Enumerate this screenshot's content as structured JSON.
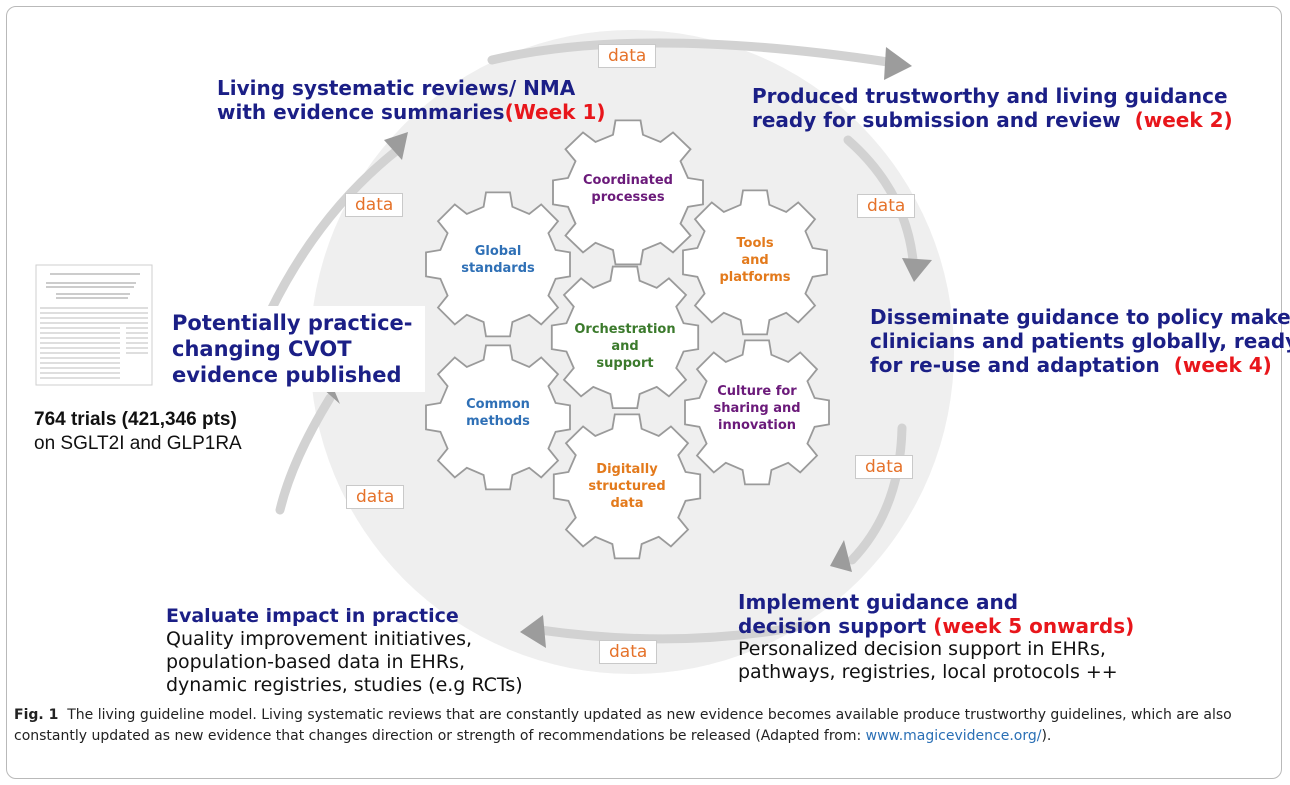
{
  "stages": {
    "reviews": {
      "text": "Living systematic reviews/ NMA",
      "text2": "with evidence summaries",
      "highlight": "(Week 1)"
    },
    "produced": {
      "text": "Produced trustworthy and living guidance",
      "text2": "ready for submission and review",
      "highlight": "(week 2)"
    },
    "disseminate": {
      "text": "Disseminate guidance to policy makers,",
      "text2": "clinicians and patients globally, ready",
      "text3": "for re-use and adaptation",
      "highlight": "(week 4)"
    },
    "implement": {
      "text": "Implement guidance and",
      "text2": "decision support",
      "highlight": "(week 5 onwards)",
      "detail": "Personalized decision support in EHRs,",
      "detail2": "pathways, registries, local protocols ++"
    },
    "evaluate": {
      "text": "Evaluate impact in practice",
      "detail": "Quality improvement initiatives,",
      "detail2": "population-based data in EHRs,",
      "detail3": "dynamic registries, studies (e.g RCTs)"
    },
    "published": {
      "text": "Potentially practice-",
      "text2": "changing CVOT",
      "text3": "evidence published"
    }
  },
  "trials": {
    "count": "764 trials (421,346 pts)",
    "topic": "on SGLT2I and GLP1RA"
  },
  "data_label": "data",
  "gears": {
    "coordinated": {
      "line1": "Coordinated",
      "line2": "processes"
    },
    "global": {
      "line1": "Global",
      "line2": "standards"
    },
    "tools": {
      "line1": "Tools",
      "line2": "and",
      "line3": "platforms"
    },
    "orchestration": {
      "line1": "Orchestration",
      "line2": "and",
      "line3": "support"
    },
    "common": {
      "line1": "Common",
      "line2": "methods"
    },
    "culture": {
      "line1": "Culture for",
      "line2": "sharing and",
      "line3": "innovation"
    },
    "digital": {
      "line1": "Digitally",
      "line2": "structured",
      "line3": "data"
    }
  },
  "caption": {
    "fig_num": "Fig. 1",
    "text": "The living guideline model. Living systematic reviews that are constantly updated as new evidence becomes available produce trustworthy guidelines, which are also constantly updated as new evidence that changes direction or strength of recommendations be released (Adapted from: ",
    "link": "www.magicevidence.org/",
    "end": ")."
  },
  "colors": {
    "stage_title": "#1b1f86",
    "highlight": "#e8161b",
    "data_label": "#e5722a",
    "arrow": "#c8c8c8",
    "arrow_head": "#9a9a9a",
    "circle": "#efefef"
  }
}
